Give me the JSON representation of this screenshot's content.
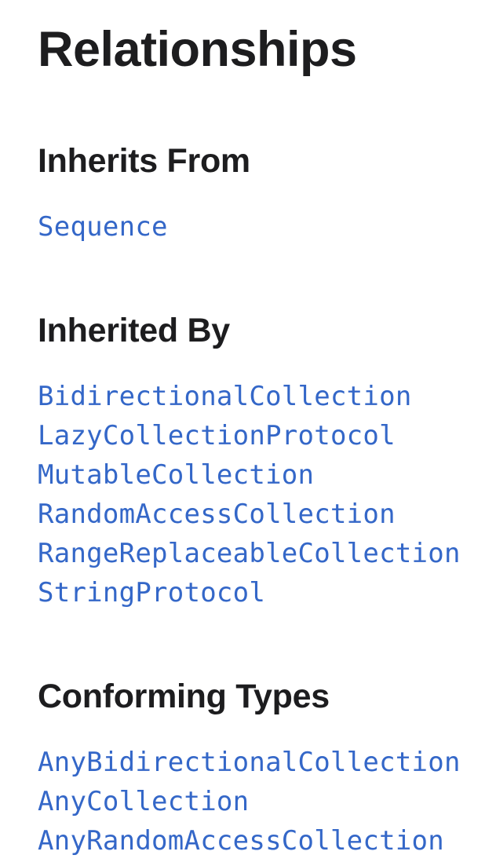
{
  "page": {
    "title": "Relationships"
  },
  "sections": {
    "inherits_from": {
      "title": "Inherits From",
      "items": [
        "Sequence"
      ]
    },
    "inherited_by": {
      "title": "Inherited By",
      "items": [
        "BidirectionalCollection",
        "LazyCollectionProtocol",
        "MutableCollection",
        "RandomAccessCollection",
        "RangeReplaceableCollection",
        "StringProtocol"
      ]
    },
    "conforming_types": {
      "title": "Conforming Types",
      "items": [
        "AnyBidirectionalCollection",
        "AnyCollection",
        "AnyRandomAccessCollection"
      ]
    }
  },
  "colors": {
    "link": "#3467c8",
    "text": "#1d1d1f",
    "background": "#ffffff"
  }
}
